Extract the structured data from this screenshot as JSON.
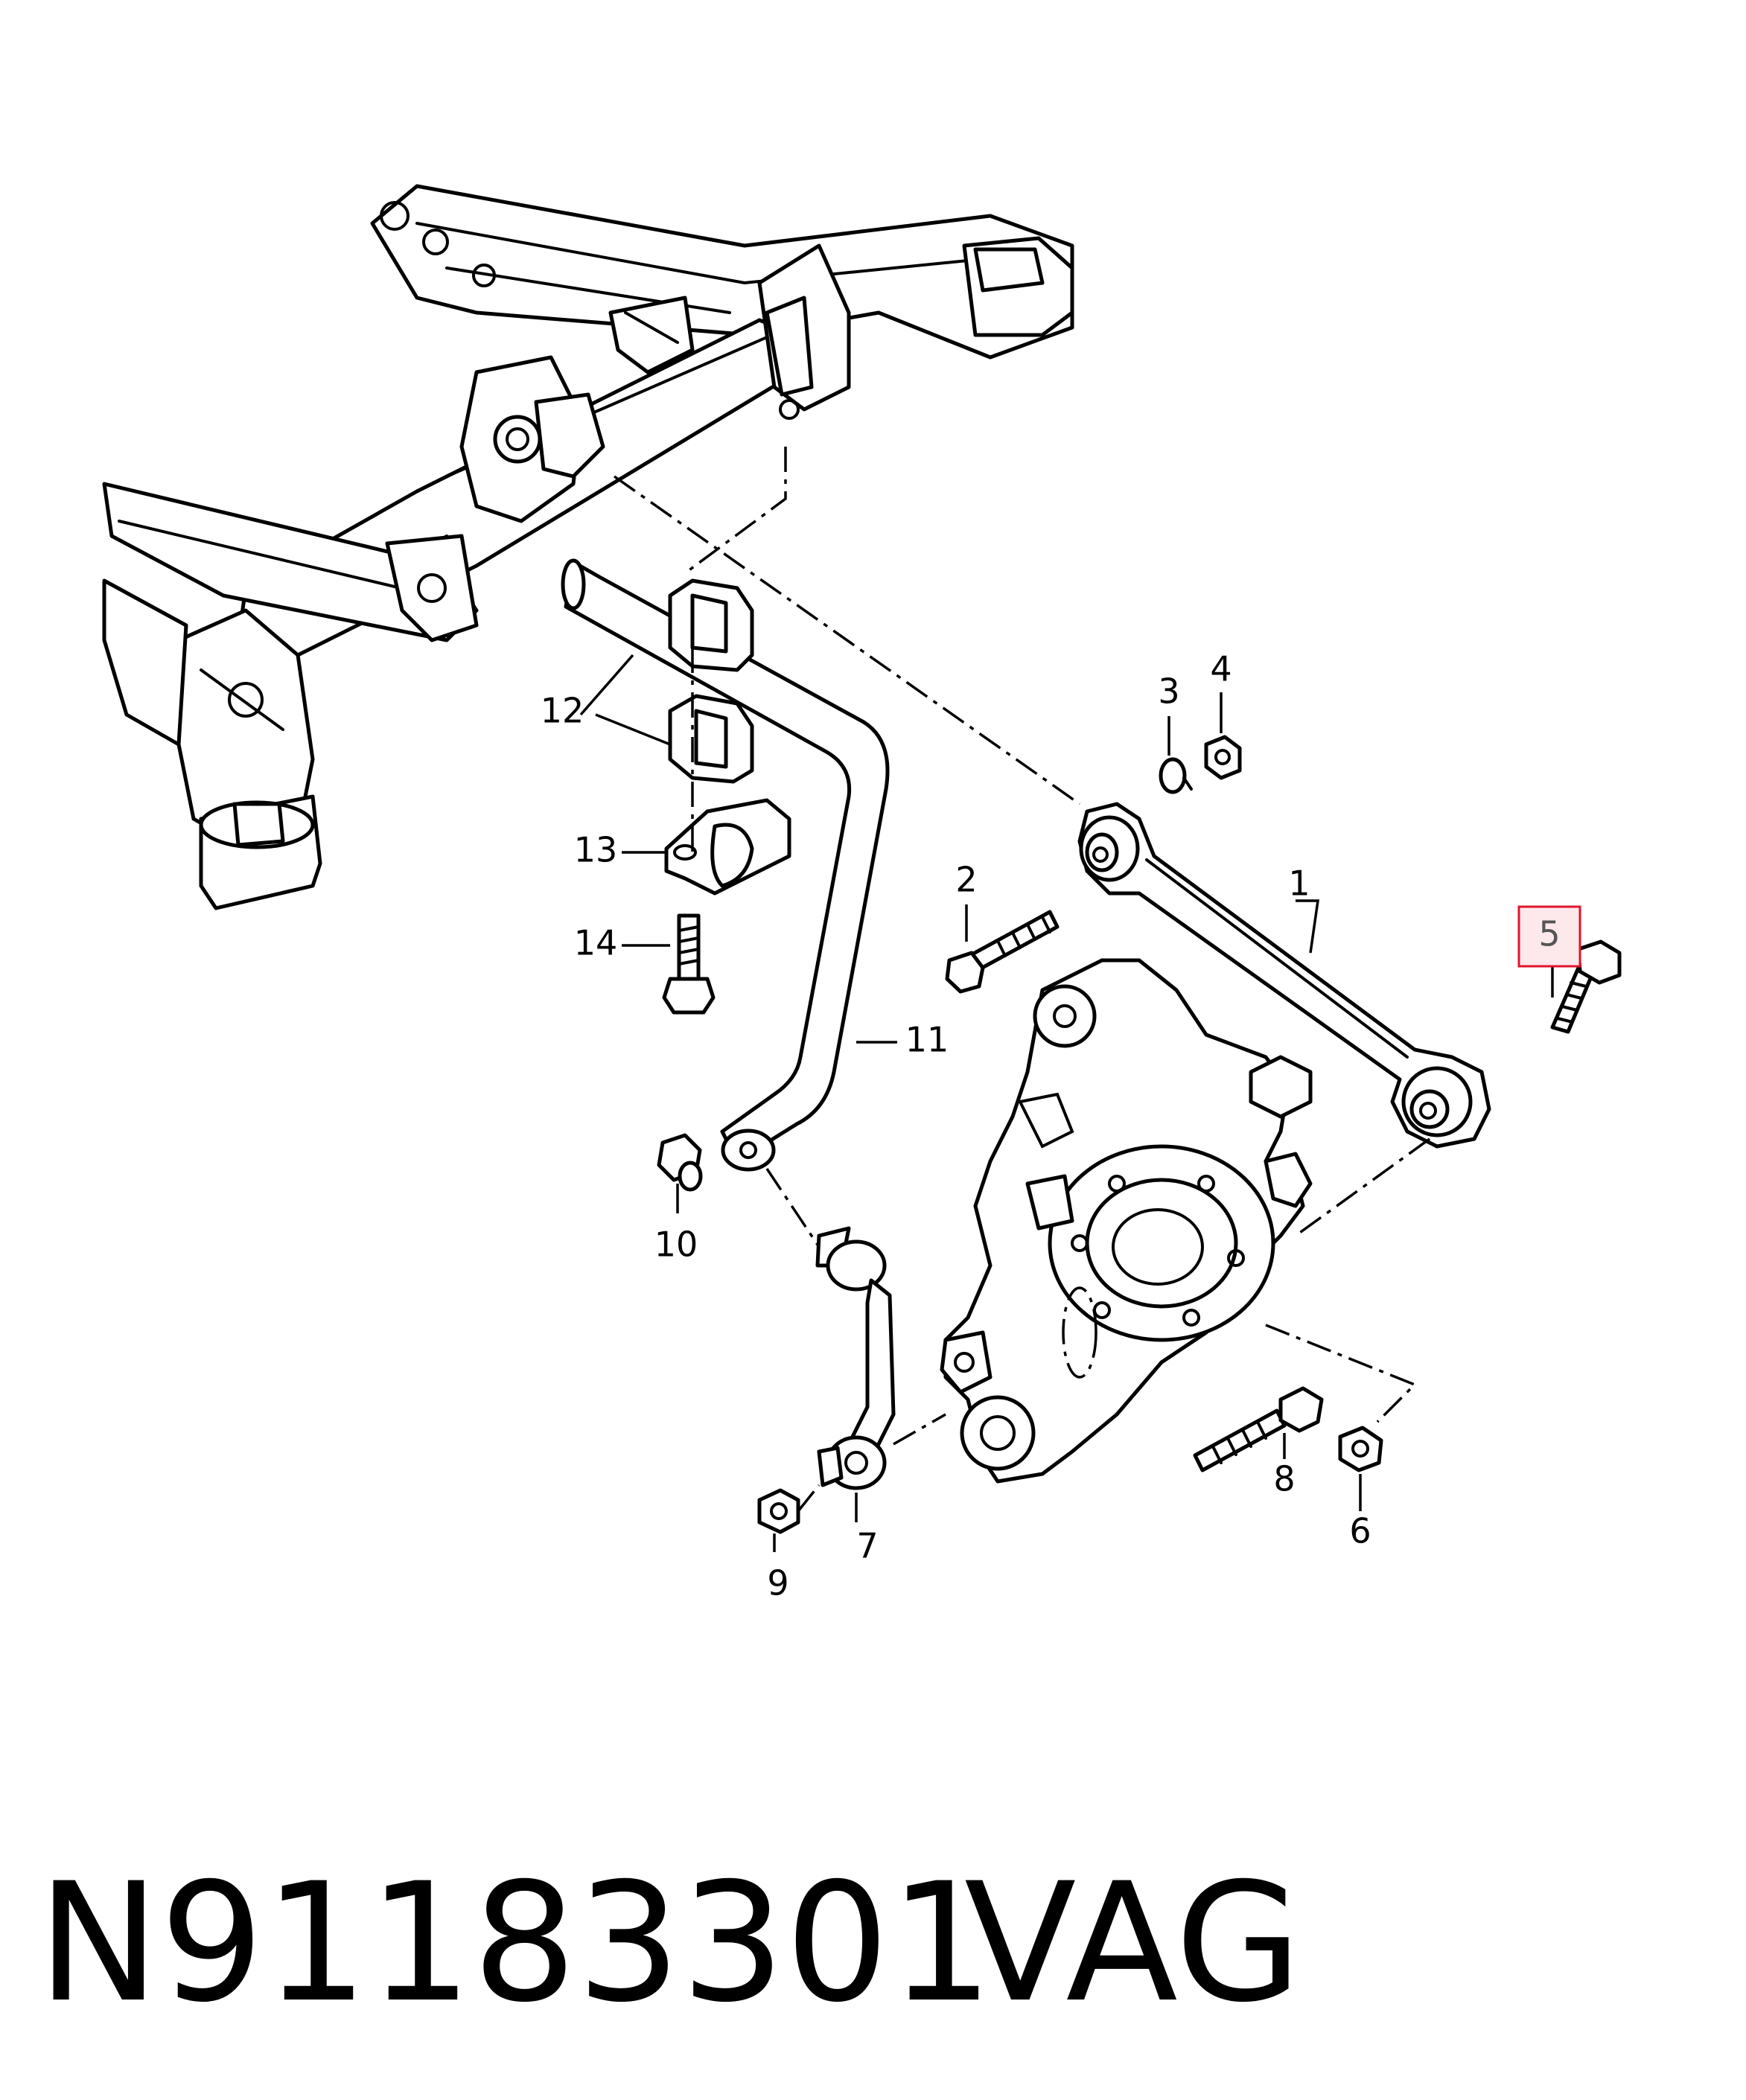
{
  "colors": {
    "line": "#000000",
    "background": "#ffffff",
    "highlight_fill": "#fde8ec",
    "highlight_border": "#e0142d"
  },
  "callouts": [
    "1",
    "2",
    "3",
    "4",
    "5",
    "6",
    "7",
    "8",
    "9",
    "10",
    "11",
    "12",
    "13",
    "14"
  ],
  "highlighted_callout": "5",
  "caption": {
    "part_number": "N91183301",
    "brand": "VAG"
  }
}
